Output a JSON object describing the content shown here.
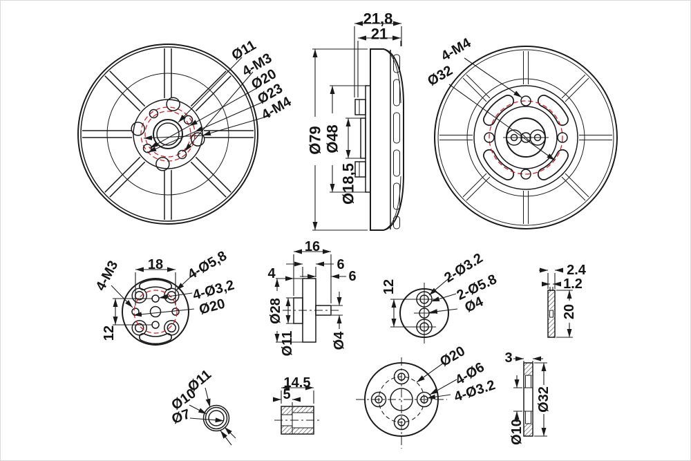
{
  "colors": {
    "line": "#1a1a1a",
    "red_centerline": "#cc2229",
    "background": "#ffffff"
  },
  "views": {
    "front": {
      "labels": {
        "d11": "Ø11",
        "m3": "4-M3",
        "d20": "Ø20",
        "d23": "Ø23",
        "m4": "4-M4"
      }
    },
    "side": {
      "labels": {
        "w_total": "21,8",
        "w_body": "21",
        "d79": "Ø79",
        "d48": "Ø48",
        "d18_5": "Ø18,5"
      }
    },
    "rear": {
      "labels": {
        "m4": "4-M4",
        "d32": "Ø32"
      }
    },
    "mount_flange": {
      "labels": {
        "w": "18",
        "h": "12",
        "m3": "4-M3",
        "d5_8": "4-Ø5,8",
        "d3_2": "4-Ø3,2",
        "d20": "Ø20"
      }
    },
    "shaft_hub": {
      "labels": {
        "w": "16",
        "t1": "6",
        "t2": "6",
        "step": "4",
        "d28": "Ø28",
        "d11": "Ø11",
        "d4": "Ø4"
      }
    },
    "adapter": {
      "labels": {
        "h": "12",
        "d3_2": "2-Ø3.2",
        "d5_8": "2-Ø5.8",
        "d4": "Ø4"
      }
    },
    "shim": {
      "labels": {
        "t_outer": "2.4",
        "t_inner": "1.2",
        "h": "20"
      }
    },
    "spacer_ring": {
      "labels": {
        "d11": "Ø11",
        "d10": "Ø10",
        "d7": "Ø7"
      }
    },
    "sleeve": {
      "labels": {
        "len": "14.5",
        "step": "5"
      }
    },
    "prop_flange": {
      "labels": {
        "d20": "Ø20",
        "d6": "4-Ø6",
        "d3_2": "4-Ø3.2"
      }
    },
    "washer": {
      "labels": {
        "t": "3",
        "d32": "Ø32",
        "d10": "Ø10"
      }
    }
  }
}
